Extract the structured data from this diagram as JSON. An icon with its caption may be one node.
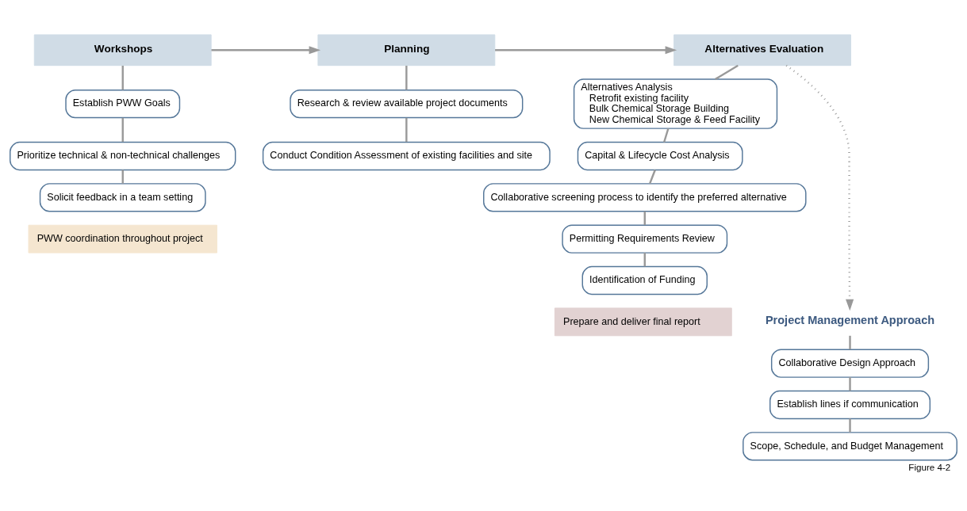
{
  "diagram": {
    "caption": "Figure 4-2",
    "nodes": [
      {
        "text": [
          "Workshops"
        ]
      },
      {
        "text": [
          "Establish PWW Goals"
        ]
      },
      {
        "text": [
          "Prioritize technical & non-technical challenges"
        ]
      },
      {
        "text": [
          "Solicit feedback in a team setting"
        ]
      },
      {
        "text": [
          "PWW coordination throughout project"
        ]
      },
      {
        "text": [
          "Planning"
        ]
      },
      {
        "text": [
          "Research & review available project documents"
        ]
      },
      {
        "text": [
          "Conduct Condition Assessment of existing facilities and site"
        ]
      },
      {
        "text": [
          "Alternatives Evaluation"
        ]
      },
      {
        "text": [
          "Alternatives Analysis",
          "Retrofit existing facility",
          "Bulk Chemical Storage Building",
          "New Chemical Storage & Feed Facility"
        ]
      },
      {
        "text": [
          "Capital & Lifecycle Cost Analysis"
        ]
      },
      {
        "text": [
          "Collaborative screening process to identify the preferred alternative"
        ]
      },
      {
        "text": [
          "Permitting Requirements Review"
        ]
      },
      {
        "text": [
          "Identification of Funding"
        ]
      },
      {
        "text": [
          "Prepare and deliver final report"
        ]
      },
      {
        "text": [
          "Project Management Approach"
        ]
      },
      {
        "text": [
          "Collaborative Design Approach"
        ]
      },
      {
        "text": [
          "Establish lines if communication"
        ]
      },
      {
        "text": [
          "Scope, Schedule, and Budget Management"
        ]
      }
    ],
    "edges": [
      {
        "from": 0,
        "to": 5,
        "arrow": "to"
      },
      {
        "from": 5,
        "to": 8,
        "arrow": "to"
      },
      {
        "from": 8,
        "to": 15,
        "arrow": "to",
        "style": "dashed"
      },
      {
        "from": 0,
        "to": 1,
        "arrow": "none"
      },
      {
        "from": 1,
        "to": 2,
        "arrow": "none"
      },
      {
        "from": 2,
        "to": 3,
        "arrow": "none"
      },
      {
        "from": 5,
        "to": 6,
        "arrow": "none"
      },
      {
        "from": 6,
        "to": 7,
        "arrow": "none"
      },
      {
        "from": 8,
        "to": 9,
        "arrow": "none"
      },
      {
        "from": 9,
        "to": 10,
        "arrow": "none"
      },
      {
        "from": 10,
        "to": 11,
        "arrow": "none"
      },
      {
        "from": 11,
        "to": 12,
        "arrow": "none"
      },
      {
        "from": 12,
        "to": 13,
        "arrow": "none"
      },
      {
        "from": 15,
        "to": 16,
        "arrow": "none"
      },
      {
        "from": 16,
        "to": 17,
        "arrow": "none"
      },
      {
        "from": 17,
        "to": 18,
        "arrow": "none"
      }
    ]
  }
}
